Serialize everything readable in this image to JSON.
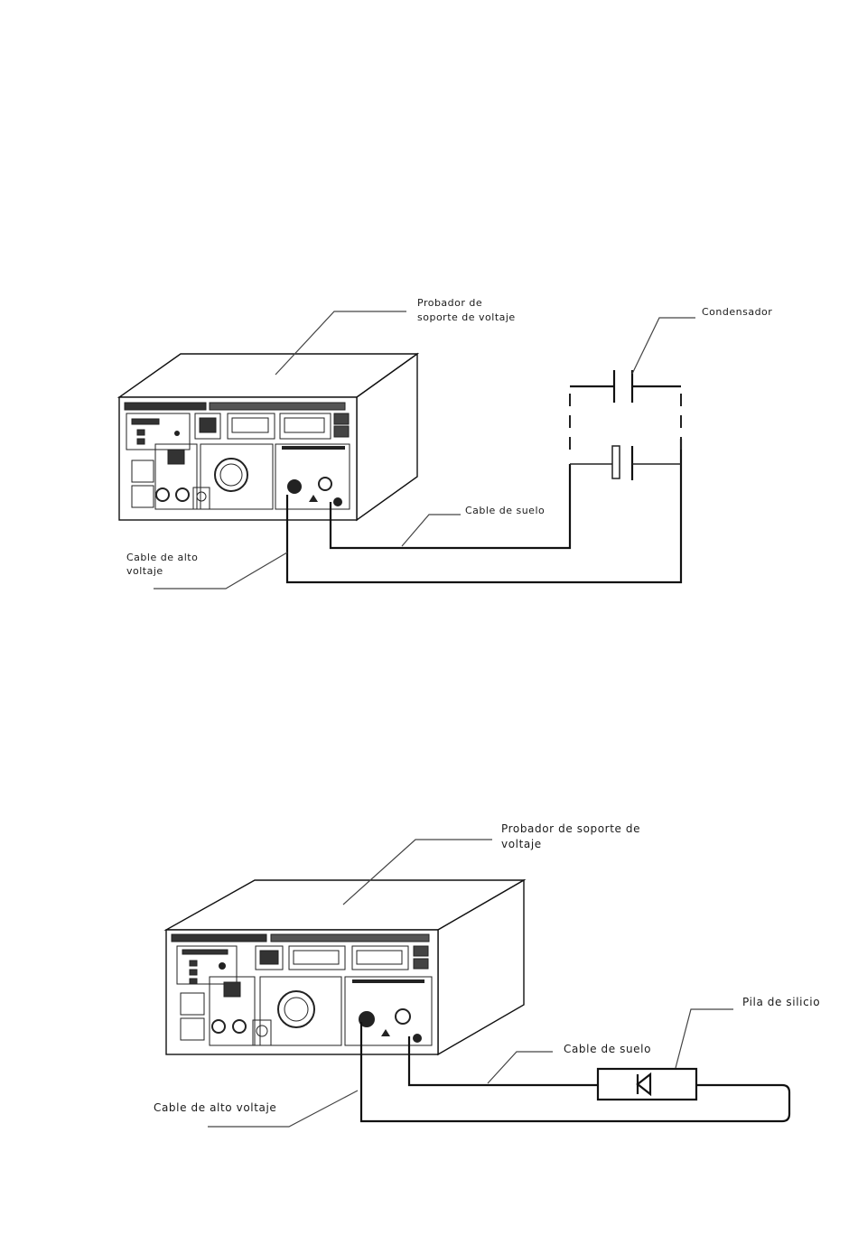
{
  "diagram1": {
    "tester_label_line1": "Probador de",
    "tester_label_line2": "soporte de voltaje",
    "capacitor_label": "Condensador",
    "ground_cable_label": "Cable de suelo",
    "hv_cable_label_line1": "Cable de alto",
    "hv_cable_label_line2": "voltaje"
  },
  "diagram2": {
    "tester_label_line1": "Probador de soporte de",
    "tester_label_line2": "voltaje",
    "silicon_label": "Pila de silicio",
    "ground_cable_label": "Cable de suelo",
    "hv_cable_label": "Cable de alto voltaje"
  }
}
